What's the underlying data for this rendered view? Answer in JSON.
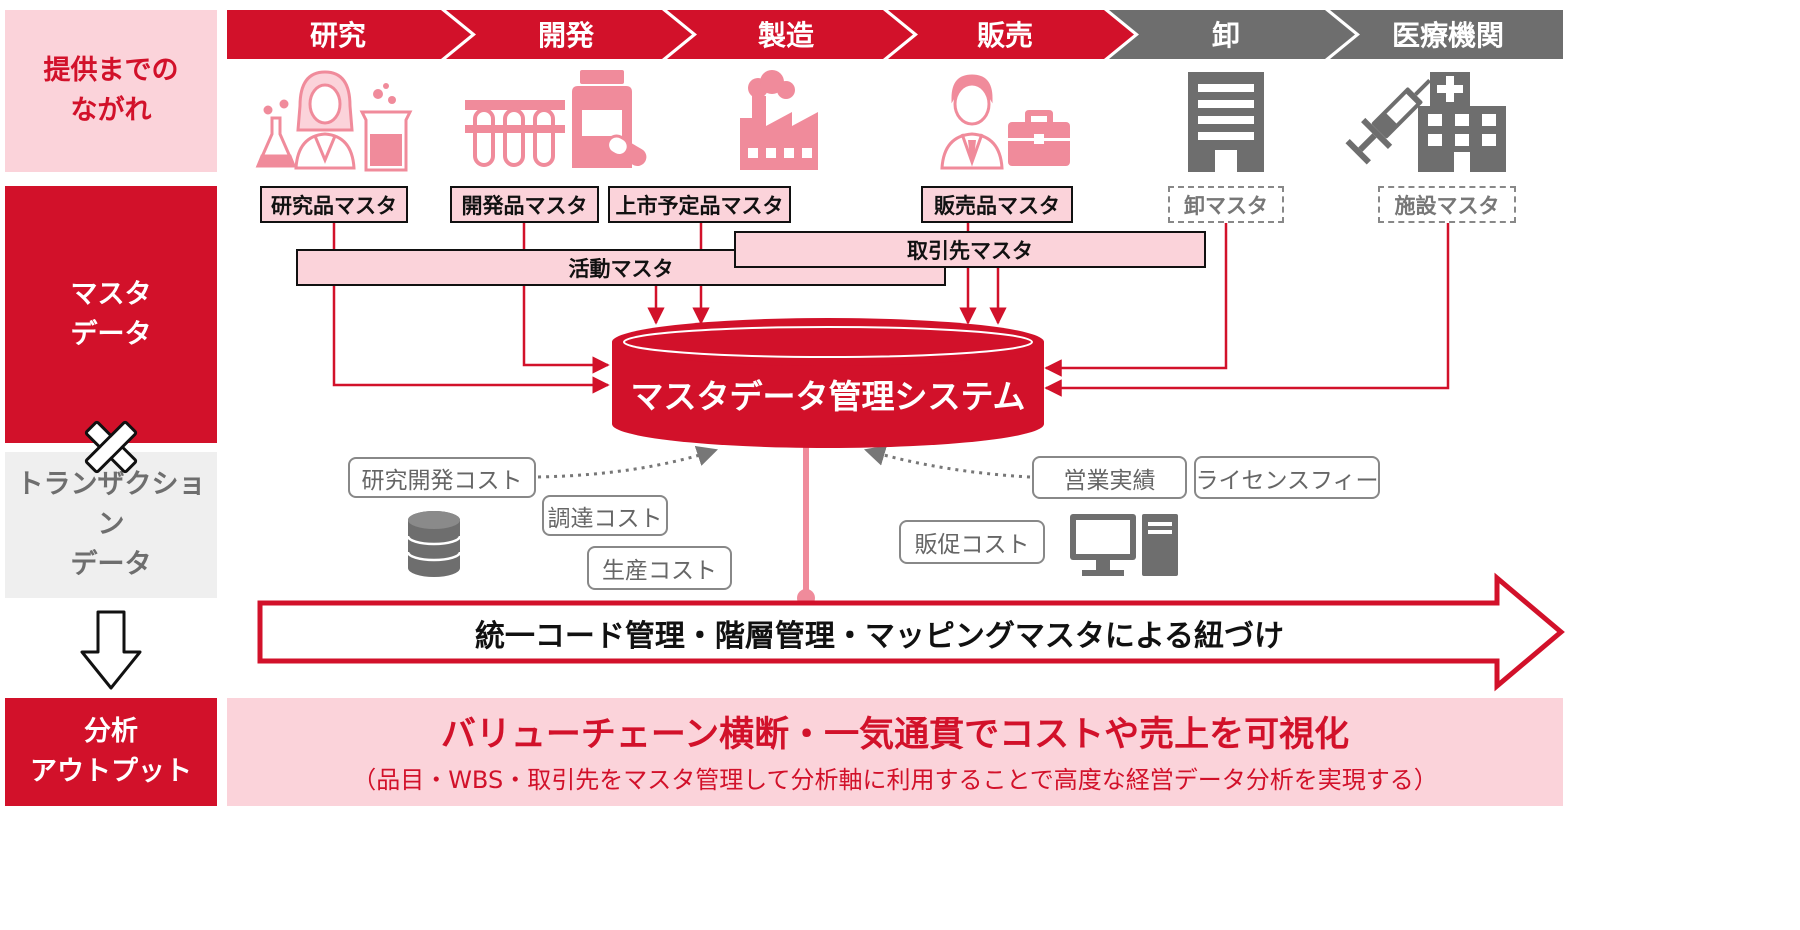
{
  "flow_steps": [
    "研究",
    "開発",
    "製造",
    "販売",
    "卸",
    "医療機関"
  ],
  "row_labels": {
    "flow": "提供までの\nながれ",
    "master": "マスタ\nデータ",
    "transaction": "トランザクション\nデータ",
    "output": "分析\nアウトプット"
  },
  "masters": {
    "research": "研究品マスタ",
    "development": "開発品マスタ",
    "planned_launch": "上市予定品マスタ",
    "sales": "販売品マスタ",
    "wholesale": "卸マスタ",
    "facility": "施設マスタ",
    "activity": "活動マスタ",
    "business_partner": "取引先マスタ"
  },
  "system_name": "マスタデータ管理システム",
  "transactions": {
    "rd_cost": "研究開発コスト",
    "procurement_cost": "調達コスト",
    "production_cost": "生産コスト",
    "sales_results": "営業実績",
    "license_fee": "ライセンスフィー",
    "promotion_cost": "販促コスト"
  },
  "unified_banner": "統一コード管理・階層管理・マッピングマスタによる紐づけ",
  "output": {
    "headline": "バリューチェーン横断・一気通貫でコストや売上を可視化",
    "subtext": "（品目・WBS・取引先をマスタ管理して分析軸に利用することで高度な経営データ分析を実現する）"
  },
  "icons": [
    "researcher-icon",
    "flask-icon",
    "beaker-icon",
    "test-tubes-icon",
    "medicine-bottle-icon",
    "capsule-icon",
    "factory-icon",
    "businessman-icon",
    "briefcase-icon",
    "office-building-icon",
    "syringe-icon",
    "hospital-icon",
    "database-icon",
    "desktop-computer-icon",
    "cross-icon",
    "down-arrow-icon"
  ],
  "colors": {
    "red": "#d2112a",
    "pink": "#fbd3da",
    "icon_pink": "#f08b9b",
    "gray": "#6e6e6e",
    "light_gray": "#efefef"
  }
}
